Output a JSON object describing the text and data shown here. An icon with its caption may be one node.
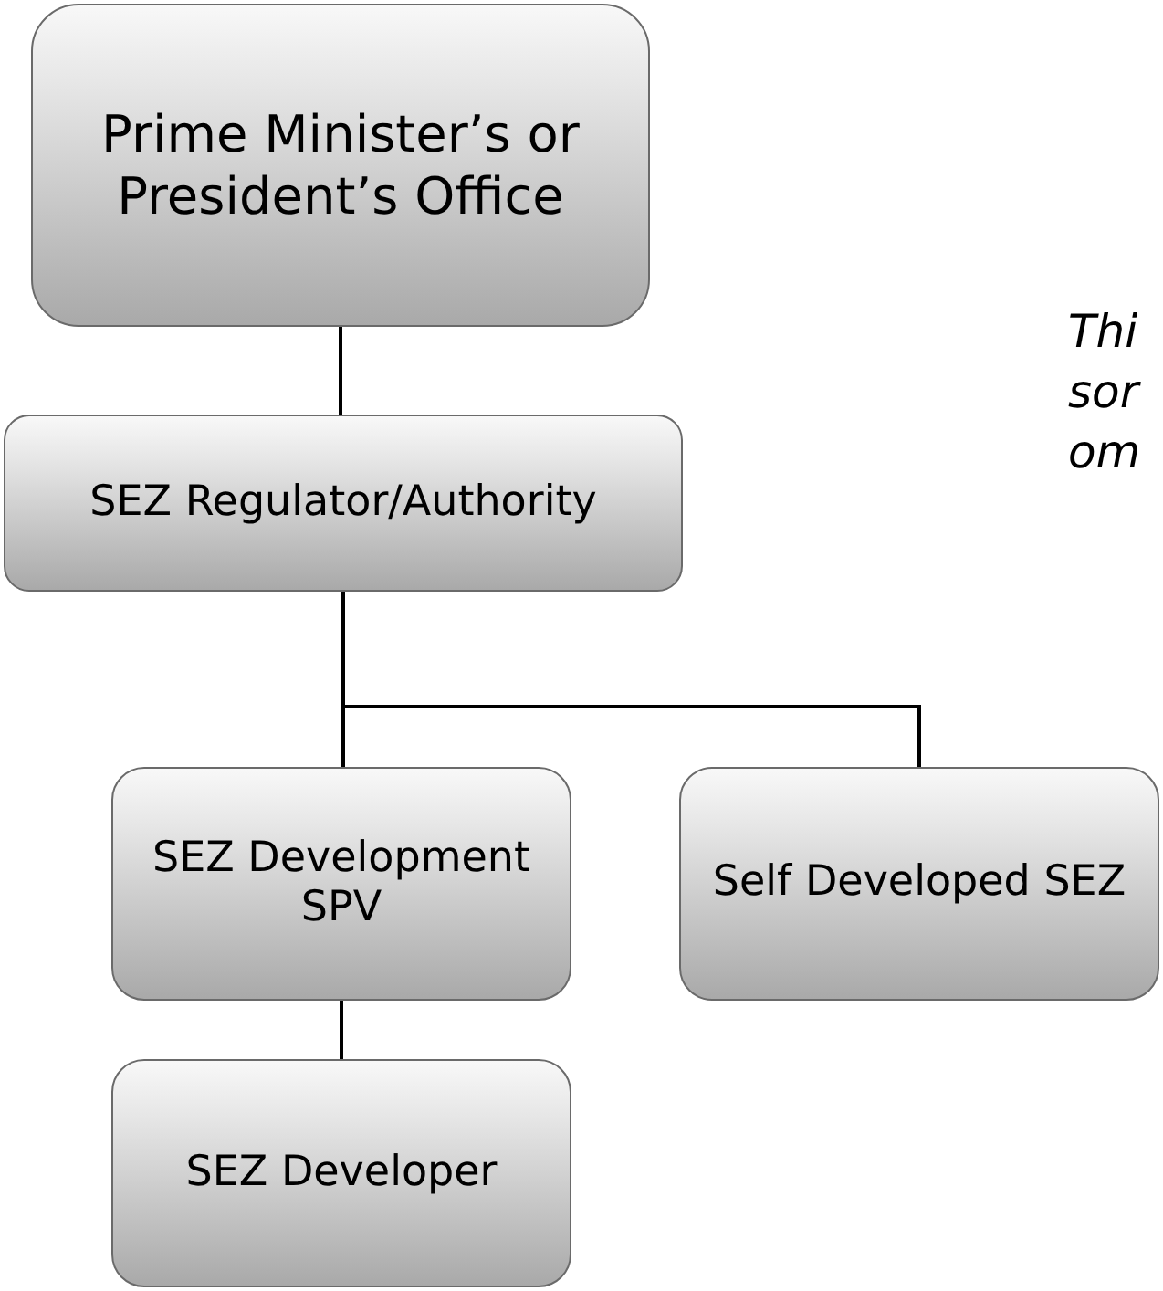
{
  "diagram": {
    "nodes": [
      {
        "text": [
          "Prime Minister’s or President’s Office"
        ]
      },
      {
        "text": [
          "SEZ Regulator/Authority"
        ]
      },
      {
        "text": [
          "SEZ Development SPV"
        ]
      },
      {
        "text": [
          "Self Developed SEZ"
        ]
      },
      {
        "text": [
          "SEZ Developer"
        ]
      }
    ],
    "edges": [
      {
        "from": 0,
        "to": 1,
        "arrow": "none"
      },
      {
        "from": 1,
        "to": 2,
        "arrow": "none"
      },
      {
        "from": 1,
        "to": 3,
        "arrow": "none"
      },
      {
        "from": 2,
        "to": 4,
        "arrow": "none"
      }
    ],
    "labels": [
      "Thi",
      "sor",
      "om"
    ]
  }
}
